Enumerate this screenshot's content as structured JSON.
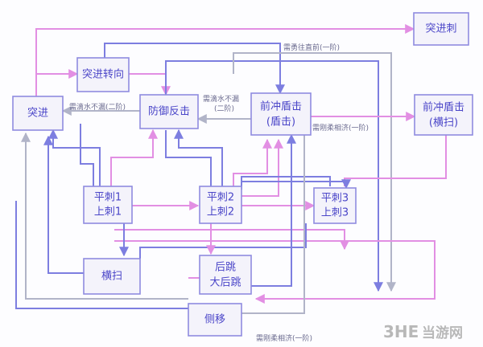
{
  "nodes": {
    "tujin": "突进",
    "tujin_zhuanxiang": "突进转向",
    "fangyu_fanji": "防御反击",
    "qianchong_dunji": [
      "前冲盾击",
      "(盾击)"
    ],
    "qianchong_hengsao": [
      "前冲盾击",
      "(横扫)"
    ],
    "tujin_ci": "突进刺",
    "pingci1": [
      "平刺1",
      "上刺1"
    ],
    "pingci2": [
      "平刺2",
      "上刺2"
    ],
    "pingci3": [
      "平刺3",
      "上刺3"
    ],
    "hengsao": "横扫",
    "houtiao": [
      "后跳",
      "大后跳"
    ],
    "cheyi": "侧移"
  },
  "notes": {
    "top": "需勇往直前(一阶)",
    "left": "需滴水不漏(二阶)",
    "center": [
      "需滴水不漏",
      "(二阶)"
    ],
    "right": "需刚柔相济(一阶)",
    "bottom": "需刚柔相济(一阶)"
  },
  "watermark": {
    "brand": "3HE",
    "site": "当游网"
  }
}
